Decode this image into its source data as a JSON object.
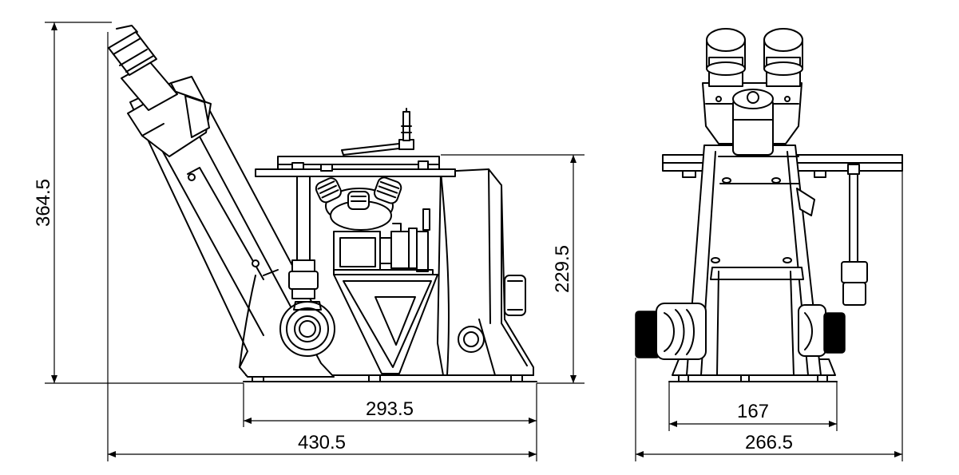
{
  "dimensions": {
    "side_total_height": "364.5",
    "side_stage_height": "229.5",
    "side_base_width": "293.5",
    "side_total_width": "430.5",
    "front_base_width": "167",
    "front_total_width": "266.5"
  }
}
